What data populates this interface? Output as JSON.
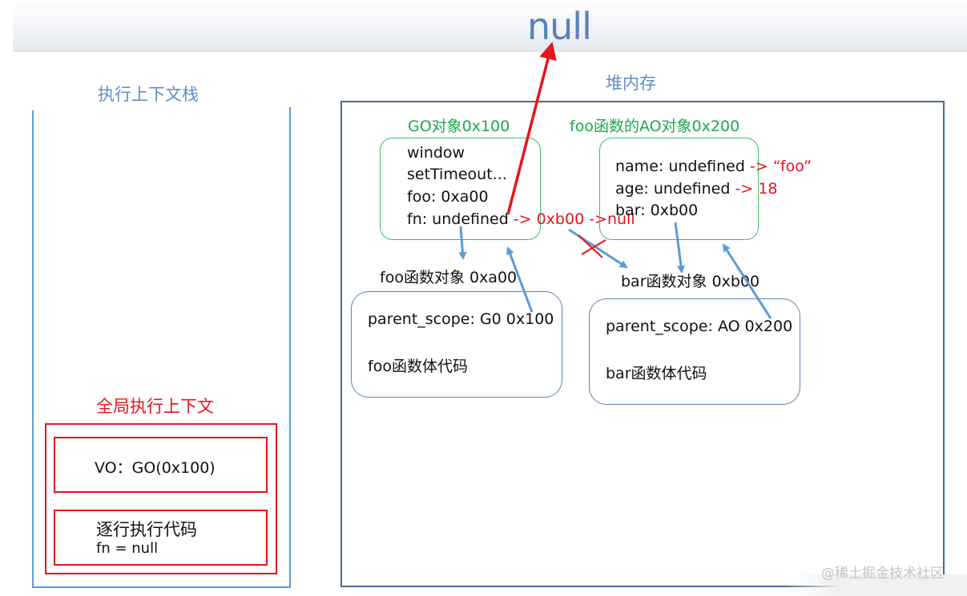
{
  "header": {
    "null_label": "null"
  },
  "stack": {
    "title": "执行上下文栈"
  },
  "heap": {
    "title": "堆内存"
  },
  "global_context": {
    "title": "全局执行上下文",
    "vo_label": "VO：GO(0x100)",
    "code_title": "逐行执行代码",
    "code_line": "fn = null"
  },
  "go_object": {
    "title": "GO对象0x100",
    "lines": [
      "window",
      "setTimeout...",
      "foo: 0xa00",
      "fn: undefined"
    ],
    "fn_update": "-> 0xb00 ->null"
  },
  "ao_object": {
    "title": "foo函数的AO对象0x200",
    "name_line": "name: undefined",
    "name_update": "-> “foo”",
    "age_line": "age: undefined",
    "age_update": "-> 18",
    "bar_line": "bar: 0xb00"
  },
  "foo_function": {
    "title": "foo函数对象 0xa00",
    "scope": "parent_scope: G0 0x100",
    "body": "foo函数体代码"
  },
  "bar_function": {
    "title": "bar函数对象 0xb00",
    "scope": "parent_scope: AO 0x200",
    "body": "bar函数体代码"
  },
  "watermark": "@稀土掘金技术社区",
  "colors": {
    "red": "#e8131b",
    "green": "#1fa84a",
    "arrow_blue": "#5b9bd5",
    "box_blue": "#5f86b3",
    "heap_border": "#4a6b8c"
  }
}
